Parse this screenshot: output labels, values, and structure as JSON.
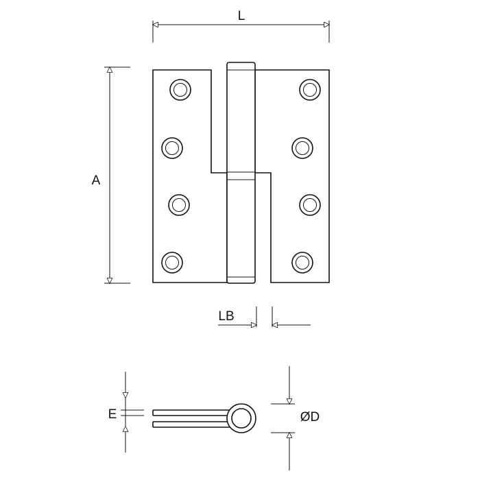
{
  "dimensions": {
    "length": "L",
    "height": "A",
    "barrel_offset": "LB",
    "leaf_thickness": "E",
    "pin_diameter": "ØD"
  },
  "colors": {
    "line": "#111111",
    "background": "#ffffff"
  }
}
